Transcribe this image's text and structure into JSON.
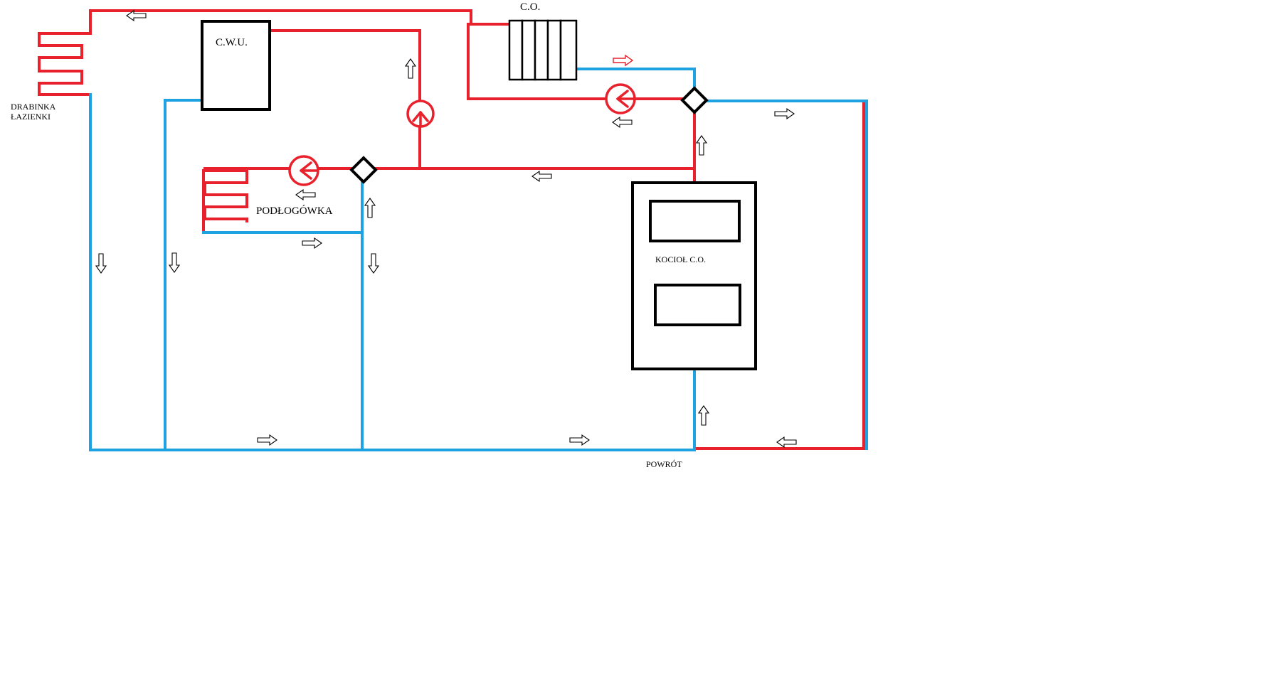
{
  "diagram": {
    "labels": {
      "bathroom_ladder_line1": "DRABINKA",
      "bathroom_ladder_line2": "ŁAZIENKI",
      "hot_water_tank": "C.W.U.",
      "radiator": "C.O.",
      "floor_heating": "PODŁOGÓWKA",
      "boiler": "KOCIOŁ C.O.",
      "return": "POWRÓT"
    },
    "colors": {
      "supply_pipe": "#e8212d",
      "return_pipe": "#1ea2e2",
      "outline": "#000000",
      "background": "#ffffff"
    },
    "icons": [
      "pump-icon",
      "mixing-valve-icon",
      "radiator-icon",
      "floor-heating-coil-icon",
      "towel-ladder-icon",
      "flow-arrow-icon"
    ]
  }
}
